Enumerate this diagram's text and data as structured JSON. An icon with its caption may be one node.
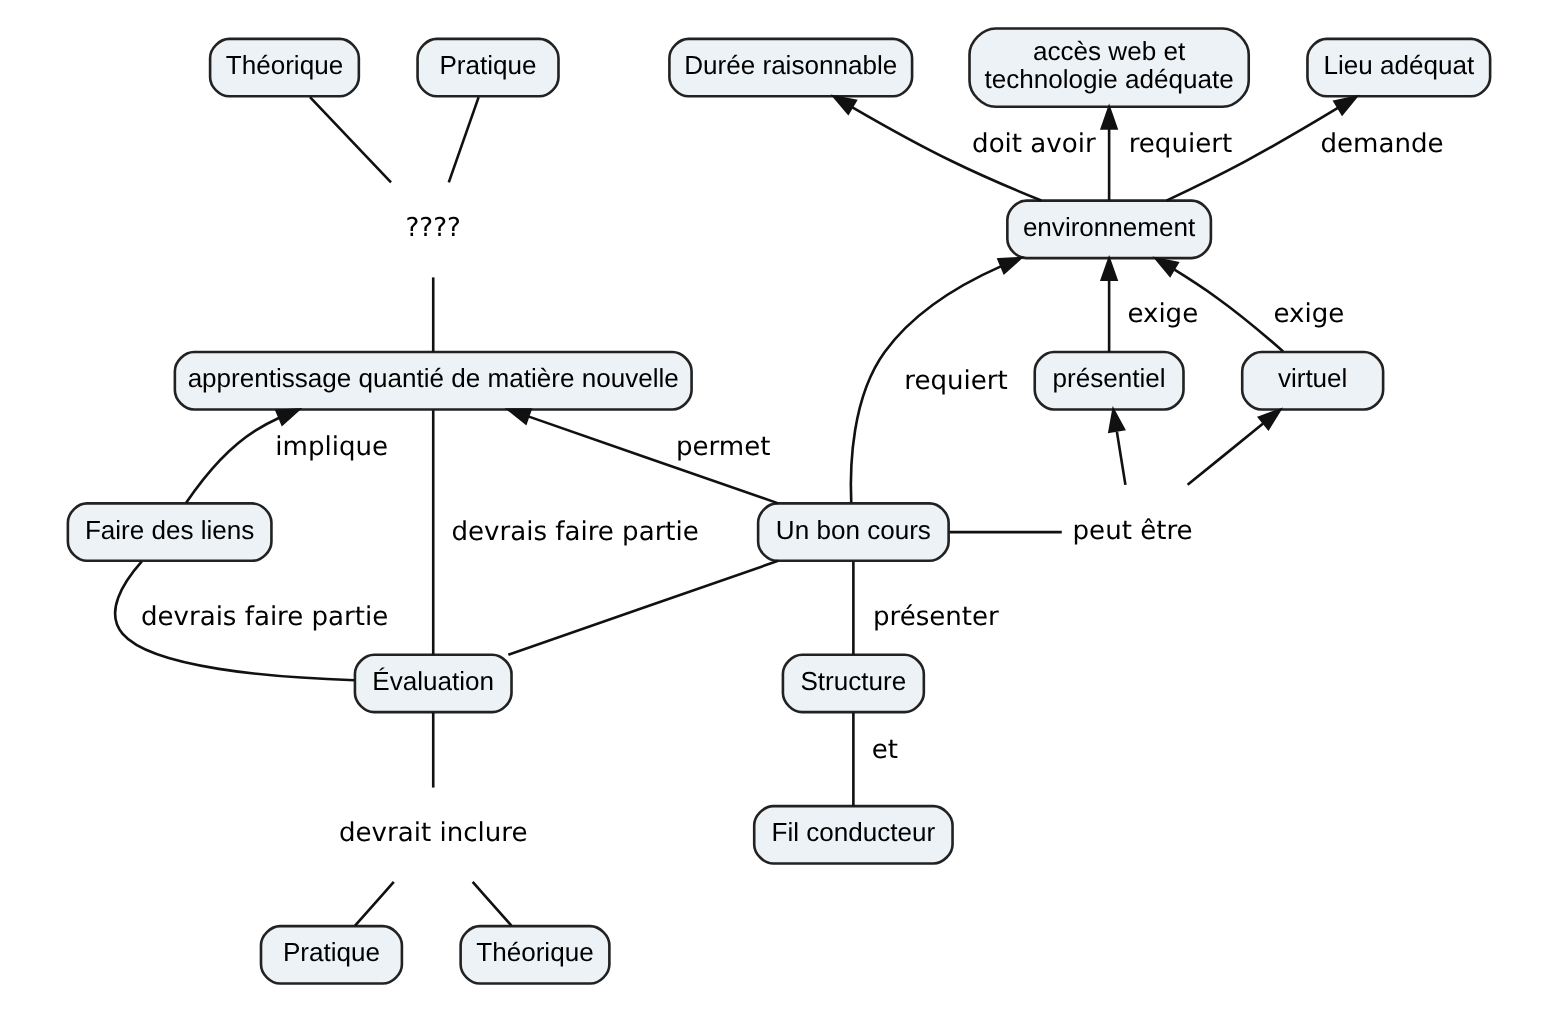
{
  "diagram": {
    "nodes": [
      {
        "text": [
          "accès web et technologie adéquate"
        ]
      },
      {
        "text": [
          "Lieu adéquat"
        ]
      },
      {
        "text": [
          "Durée raisonnable"
        ]
      },
      {
        "text": [
          "Théorique"
        ]
      },
      {
        "text": [
          "Pratique"
        ]
      },
      {
        "text": [
          "????"
        ]
      },
      {
        "text": [
          "environnement"
        ]
      },
      {
        "text": [
          "présentiel"
        ]
      },
      {
        "text": [
          "apprentissage quantié de matière nouvelle"
        ]
      },
      {
        "text": [
          "peut être"
        ]
      },
      {
        "text": [
          "Un bon cours"
        ]
      },
      {
        "text": [
          "Faire des liens"
        ]
      },
      {
        "text": [
          "virtuel"
        ]
      },
      {
        "text": [
          "Structure"
        ]
      },
      {
        "text": [
          "Évaluation"
        ]
      },
      {
        "text": [
          "devrait inclure"
        ]
      },
      {
        "text": [
          "Fil conducteur"
        ]
      },
      {
        "text": [
          "Pratique"
        ]
      },
      {
        "text": [
          "Théorique"
        ]
      }
    ],
    "edges": [
      {
        "from": 6,
        "to": 0,
        "arrow": "to",
        "label": "requiert"
      },
      {
        "from": 6,
        "to": 1,
        "arrow": "to",
        "label": "demande"
      },
      {
        "from": 6,
        "to": 2,
        "arrow": "to",
        "label": "doit avoir"
      },
      {
        "from": 5,
        "to": 3,
        "arrow": "none"
      },
      {
        "from": 5,
        "to": 4,
        "arrow": "none"
      },
      {
        "from": 8,
        "to": 5,
        "arrow": "none"
      },
      {
        "from": 7,
        "to": 6,
        "arrow": "to",
        "label": "exige"
      },
      {
        "from": 10,
        "to": 9,
        "arrow": "none"
      },
      {
        "from": 9,
        "to": 7,
        "arrow": "to"
      },
      {
        "from": 9,
        "to": 12,
        "arrow": "to"
      },
      {
        "from": 12,
        "to": 6,
        "arrow": "to",
        "label": "exige"
      },
      {
        "from": 10,
        "to": 6,
        "arrow": "to",
        "label": "requiert"
      },
      {
        "from": 10,
        "to": 8,
        "arrow": "to",
        "label": "permet"
      },
      {
        "from": 14,
        "to": 8,
        "arrow": "none",
        "label": "devrais faire partie"
      },
      {
        "from": 11,
        "to": 8,
        "arrow": "to",
        "label": "implique"
      },
      {
        "from": 14,
        "to": 11,
        "arrow": "none",
        "label": "devrais faire partie"
      },
      {
        "from": 14,
        "to": 10,
        "arrow": "none"
      },
      {
        "from": 13,
        "to": 10,
        "arrow": "none",
        "label": "présenter"
      },
      {
        "from": 16,
        "to": 13,
        "arrow": "none",
        "label": "et"
      },
      {
        "from": 15,
        "to": 14,
        "arrow": "none"
      },
      {
        "from": 18,
        "to": 15,
        "arrow": "none"
      },
      {
        "from": 17,
        "to": 15,
        "arrow": "none"
      }
    ]
  }
}
